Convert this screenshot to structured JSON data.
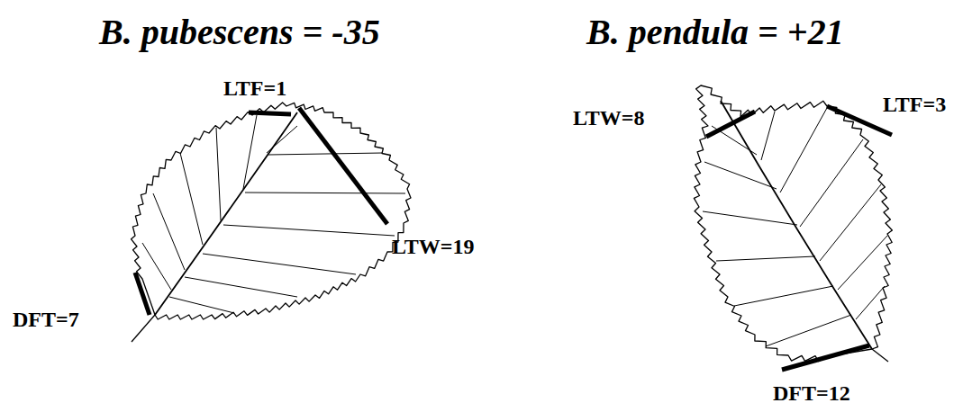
{
  "diagram": {
    "labels": [
      "B. pubescens = -35",
      "LTF=1",
      "LTW=19",
      "DFT=7",
      "B. pendula = +21",
      "LTW=8",
      "LTF=3",
      "DFT=12"
    ]
  }
}
